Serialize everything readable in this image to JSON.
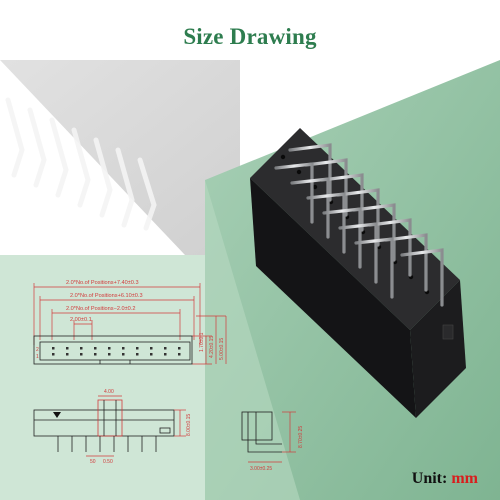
{
  "header": {
    "title": "Size Drawing"
  },
  "footer": {
    "unit_label": "Unit:",
    "unit_value": "mm"
  },
  "drawing": {
    "dim_total": "2.0*No.of  Positions+7.40±0.3",
    "dim_housing": "2.0*No.of  Positions+6.10±0.3",
    "dim_pins": "2.0*No.of  Positions−2.0±0.2",
    "dim_pitch": "2.00±0.1",
    "dim_h1": "1.70±0.1",
    "dim_h2": "4.20±0.15",
    "dim_h3": "5.00±0.15",
    "row_2": "2",
    "row_1": "1",
    "dim_slot": "4.00",
    "dim_side_height": "8.00±0.15",
    "dim_lead": "50",
    "dim_lead_w": "0.50",
    "dim_pin_h": "8.70±0.25",
    "dim_foot": "3.00±0.25"
  },
  "colors": {
    "title": "#2e7d4f",
    "panel_green": "#8fbfa2",
    "panel_light": "#cfe6d6",
    "dimension": "#d13b3b",
    "unit_value": "#d81e1e"
  }
}
